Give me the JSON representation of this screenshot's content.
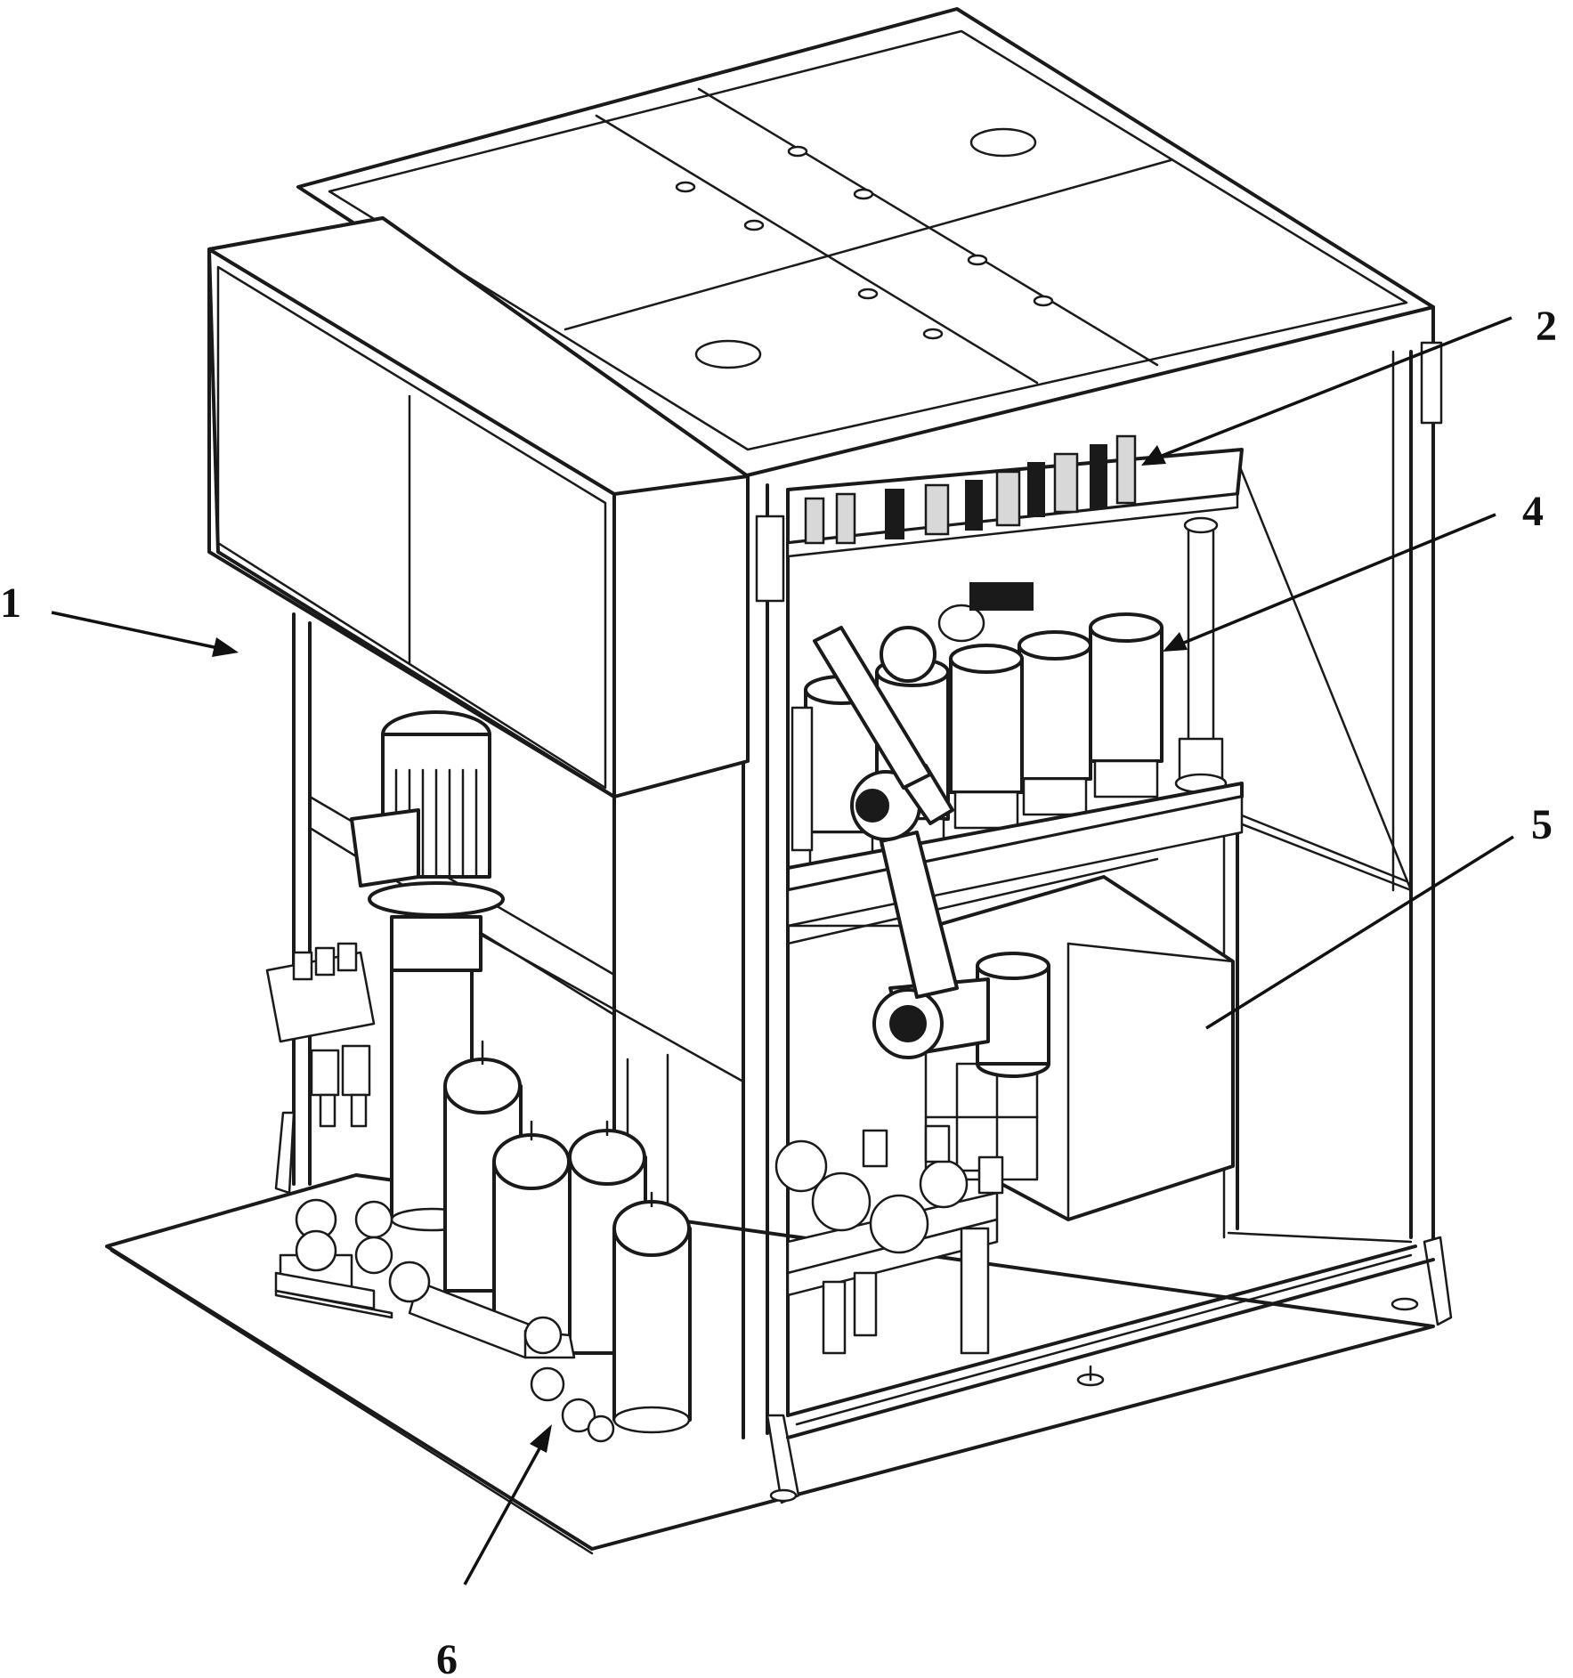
{
  "figure": {
    "description_labels": [
      {
        "id": "label-1",
        "text": "1"
      },
      {
        "id": "label-2",
        "text": "2"
      },
      {
        "id": "label-4",
        "text": "4"
      },
      {
        "id": "label-5",
        "text": "5"
      },
      {
        "id": "label-6",
        "text": "6"
      }
    ]
  }
}
